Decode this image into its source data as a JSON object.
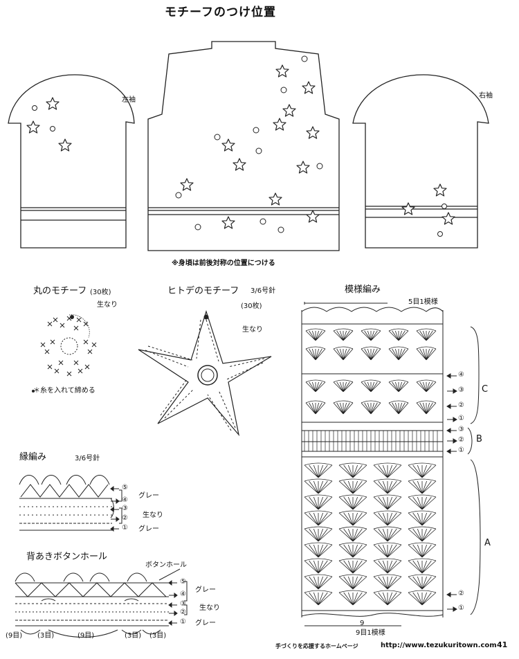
{
  "title": "モチーフのつけ位置",
  "garment": {
    "left_sleeve": "左袖",
    "right_sleeve": "右袖",
    "note": "※身頃は前後対称の位置につける"
  },
  "round_motif": {
    "title": "丸のモチーフ",
    "count": "(30枚)",
    "yarn": "生なり",
    "note": "＊糸を入れて締める"
  },
  "star_motif": {
    "title": "ヒトデのモチーフ",
    "needle": "3/6号針",
    "count": "(30枚)",
    "yarn": "生なり"
  },
  "edging": {
    "title": "縁編み",
    "needle": "3/6号針",
    "rows": [
      "⑤",
      "④",
      "③",
      "②",
      "①"
    ],
    "color_top": "グレー",
    "color_mid": "生なり",
    "color_bottom": "グレー"
  },
  "buttonhole": {
    "title": "背あきボタンホール",
    "label": "ボタンホール",
    "rows": [
      "⑤",
      "④",
      "③",
      "②",
      "①"
    ],
    "color_top": "グレー",
    "color_mid": "生なり",
    "color_bottom": "グレー",
    "counts": [
      "(9目)",
      "(3目)",
      "(9目)",
      "(3目)",
      "(3目)"
    ]
  },
  "pattern": {
    "title": "模様編み",
    "repeat_top": "5目1模様",
    "repeat_bottom": "9目1模様",
    "count_9": "9",
    "section_c": "C",
    "section_b": "B",
    "section_a": "A",
    "rows_c": [
      "④",
      "③",
      "②",
      "①"
    ],
    "rows_b": [
      "③",
      "②",
      "①"
    ],
    "rows_a": [
      "②",
      "①"
    ]
  },
  "footer": {
    "left": "手づくりを応援するホームページ",
    "url": "http://www.tezukuritown.com",
    "page": "41"
  }
}
